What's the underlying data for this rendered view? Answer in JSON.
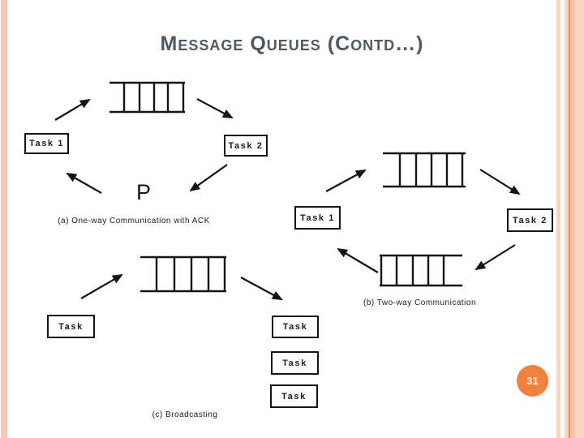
{
  "slide": {
    "title": "Message Queues (Contd…)",
    "page_number": "31"
  },
  "colors": {
    "title_text": "#4d5965",
    "accent_stripe_left": "#f5c9b5",
    "accent_stripe_dark": "#df8c5f",
    "accent_stripe_light": "#f8d6c6",
    "page_badge": "#f2813d",
    "diagram_ink": "#141414"
  },
  "icons": {
    "queue_icon": "open-ended-message-queue (ladder of 4 cells)",
    "arrow_icon": "solid-triangle flow arrow",
    "page_badge_icon": "orange-circle"
  },
  "diagram_a": {
    "task1": "Task 1",
    "task2": "Task 2",
    "pointer_label": "P",
    "caption": "(a) One-way Communication with ACK"
  },
  "diagram_b": {
    "task1": "Task 1",
    "task2": "Task 2",
    "caption": "(b) Two-way Communication"
  },
  "diagram_c": {
    "task_left": "Task",
    "task_right_1": "Task",
    "task_right_2": "Task",
    "task_right_3": "Task",
    "caption": "(c) Broadcasting"
  }
}
